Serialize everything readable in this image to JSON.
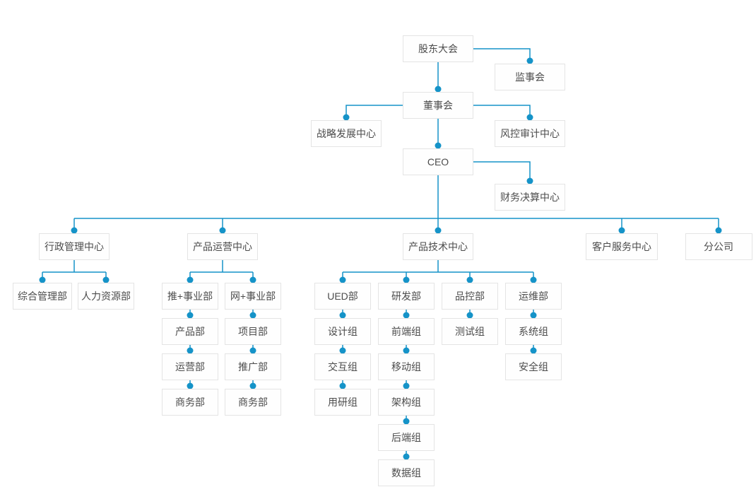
{
  "diagram": {
    "type": "org-chart",
    "line_color": "#1593c8",
    "dot_color": "#1593c8",
    "node_border_color": "#e4e4e4",
    "node_background": "#fefefe",
    "node_text_color": "#4c4c4c",
    "nodes": [
      {
        "id": "shareholders-meeting",
        "label": "股东大会",
        "parent": null
      },
      {
        "id": "supervisory-board",
        "label": "监事会",
        "parent": "shareholders-meeting"
      },
      {
        "id": "board-of-directors",
        "label": "董事会",
        "parent": "shareholders-meeting"
      },
      {
        "id": "strategic-development-center",
        "label": "战略发展中心",
        "parent": "board-of-directors"
      },
      {
        "id": "risk-audit-center",
        "label": "风控审计中心",
        "parent": "board-of-directors"
      },
      {
        "id": "ceo",
        "label": "CEO",
        "parent": "board-of-directors"
      },
      {
        "id": "financial-settlement-center",
        "label": "财务决算中心",
        "parent": "ceo"
      },
      {
        "id": "admin-management-center",
        "label": "行政管理中心",
        "parent": "ceo"
      },
      {
        "id": "product-operation-center",
        "label": "产品运营中心",
        "parent": "ceo"
      },
      {
        "id": "product-technology-center",
        "label": "产品技术中心",
        "parent": "ceo"
      },
      {
        "id": "customer-service-center",
        "label": "客户服务中心",
        "parent": "ceo"
      },
      {
        "id": "branch-company",
        "label": "分公司",
        "parent": "ceo"
      },
      {
        "id": "general-management-dept",
        "label": "综合管理部",
        "parent": "admin-management-center"
      },
      {
        "id": "human-resources-dept",
        "label": "人力资源部",
        "parent": "admin-management-center"
      },
      {
        "id": "tui-business-unit",
        "label": "推+事业部",
        "parent": "product-operation-center"
      },
      {
        "id": "wang-business-unit",
        "label": "网+事业部",
        "parent": "product-operation-center"
      },
      {
        "id": "ued-dept",
        "label": "UED部",
        "parent": "product-technology-center"
      },
      {
        "id": "rd-dept",
        "label": "研发部",
        "parent": "product-technology-center"
      },
      {
        "id": "quality-control-dept",
        "label": "品控部",
        "parent": "product-technology-center"
      },
      {
        "id": "ops-maintenance-dept",
        "label": "运维部",
        "parent": "product-technology-center"
      },
      {
        "id": "product-dept",
        "label": "产品部",
        "parent": "tui-business-unit"
      },
      {
        "id": "project-dept",
        "label": "项目部",
        "parent": "wang-business-unit"
      },
      {
        "id": "design-group",
        "label": "设计组",
        "parent": "ued-dept"
      },
      {
        "id": "frontend-group",
        "label": "前端组",
        "parent": "rd-dept"
      },
      {
        "id": "testing-group",
        "label": "测试组",
        "parent": "quality-control-dept"
      },
      {
        "id": "system-group",
        "label": "系统组",
        "parent": "ops-maintenance-dept"
      },
      {
        "id": "operation-dept",
        "label": "运营部",
        "parent": "product-dept"
      },
      {
        "id": "promotion-dept",
        "label": "推广部",
        "parent": "project-dept"
      },
      {
        "id": "interaction-group",
        "label": "交互组",
        "parent": "design-group"
      },
      {
        "id": "mobile-group",
        "label": "移动组",
        "parent": "frontend-group"
      },
      {
        "id": "security-group",
        "label": "安全组",
        "parent": "system-group"
      },
      {
        "id": "business-dept-1",
        "label": "商务部",
        "parent": "operation-dept"
      },
      {
        "id": "business-dept-2",
        "label": "商务部",
        "parent": "promotion-dept"
      },
      {
        "id": "user-research-group",
        "label": "用研组",
        "parent": "interaction-group"
      },
      {
        "id": "architecture-group",
        "label": "架构组",
        "parent": "mobile-group"
      },
      {
        "id": "backend-group",
        "label": "后端组",
        "parent": "architecture-group"
      },
      {
        "id": "data-group",
        "label": "数据组",
        "parent": "backend-group"
      }
    ]
  }
}
